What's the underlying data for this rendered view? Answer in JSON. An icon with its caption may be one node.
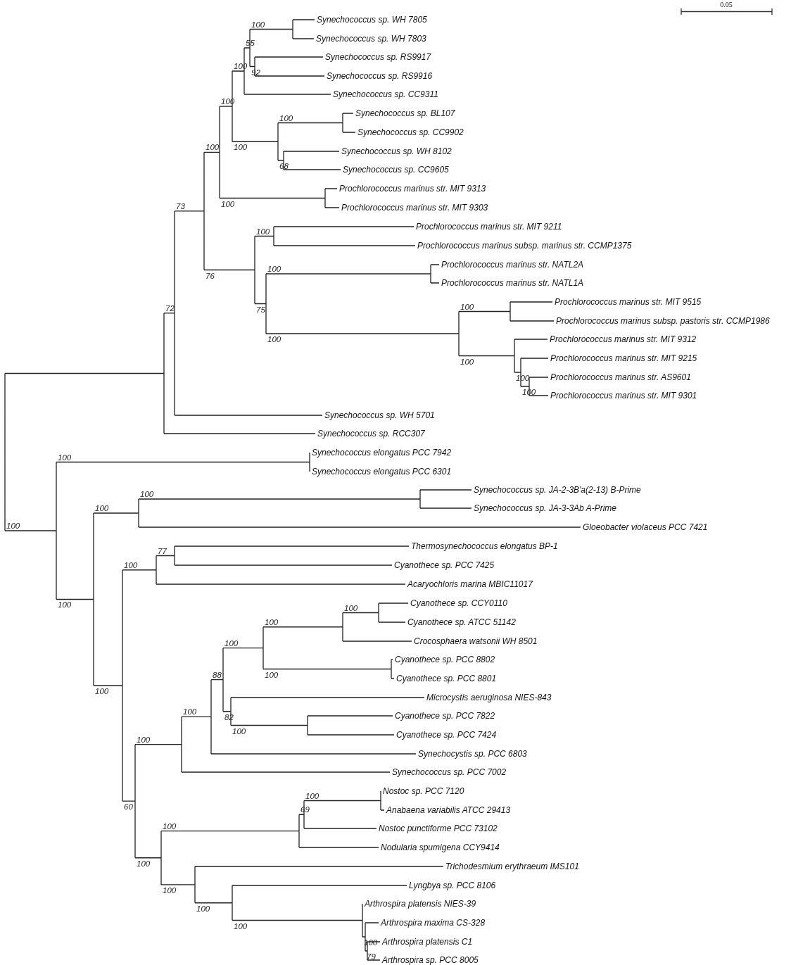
{
  "diagram": {
    "labels": [
      "0.05",
      "100",
      "Synechococcus sp. WH 7805",
      "Synechococcus sp. WH 7803",
      "55",
      "Synechococcus sp. RS9917",
      "100",
      "92",
      "Synechococcus sp. RS9916",
      "Synechococcus sp. CC9311",
      "100",
      "100",
      "Synechococcus sp. BL107",
      "Synechococcus sp. CC9902",
      "100",
      "100",
      "Synechococcus sp. WH 8102",
      "68",
      "Synechococcus sp. CC9605",
      "Prochlorococcus marinus str. MIT 9313",
      "100",
      "73",
      "Prochlorococcus marinus str. MIT 9303",
      "Prochlorococcus marinus str. MIT 9211",
      "100",
      "Prochlorococcus marinus subsp. marinus str. CCMP1375",
      "Prochlorococcus marinus str. NATL2A",
      "100",
      "76",
      "Prochlorococcus marinus str. NATL1A",
      "Prochlorococcus marinus str. MIT 9515",
      "100",
      "75",
      "72",
      "Prochlorococcus marinus subsp. pastoris str. CCMP1986",
      "100",
      "Prochlorococcus marinus str. MIT 9312",
      "Prochlorococcus marinus str. MIT 9215",
      "100",
      "100",
      "Prochlorococcus marinus str. AS9601",
      "100",
      "Prochlorococcus marinus str. MIT 9301",
      "Synechococcus sp. WH 5701",
      "Synechococcus sp. RCC307",
      "100",
      "Synechococcus elongatus PCC 7942",
      "100",
      "Synechococcus elongatus PCC 6301",
      "Synechococcus sp. JA-2-3B'a(2-13) B-Prime",
      "100",
      "100",
      "Synechococcus sp. JA-3-3Ab A-Prime",
      "Gloeobacter violaceus PCC 7421",
      "77",
      "Thermosynechococcus elongatus BP-1",
      "100",
      "Cyanothece sp. PCC 7425",
      "Acaryochloris marina MBIC11017",
      "Cyanothece sp. CCY0110",
      "100",
      "100",
      "100",
      "Cyanothece sp. ATCC 51142",
      "Crocosphaera watsonii WH 8501",
      "100",
      "Cyanothece sp. PCC 8802",
      "100",
      "88",
      "Cyanothece sp. PCC 8801",
      "100",
      "Microcystis aeruginosa NIES-843",
      "100",
      "82",
      "Cyanothece sp. PCC 7822",
      "100",
      "Cyanothece sp. PCC 7424",
      "100",
      "Synechocystis sp. PCC 6803",
      "Synechococcus sp. PCC 7002",
      "Nostoc sp. PCC 7120",
      "100",
      "60",
      "69",
      "Anabaena variabilis ATCC 29413",
      "100",
      "Nostoc punctiforme PCC 73102",
      "Nodularia spumigena CCY9414",
      "100",
      "Trichodesmium erythraeum IMS101",
      "Lyngbya sp. PCC 8106",
      "100",
      "Arthrospira platensis NIES-39",
      "100",
      "Arthrospira maxima CS-328",
      "100",
      "100",
      "Arthrospira platensis C1",
      "79",
      "Arthrospira sp. PCC 8005"
    ]
  }
}
